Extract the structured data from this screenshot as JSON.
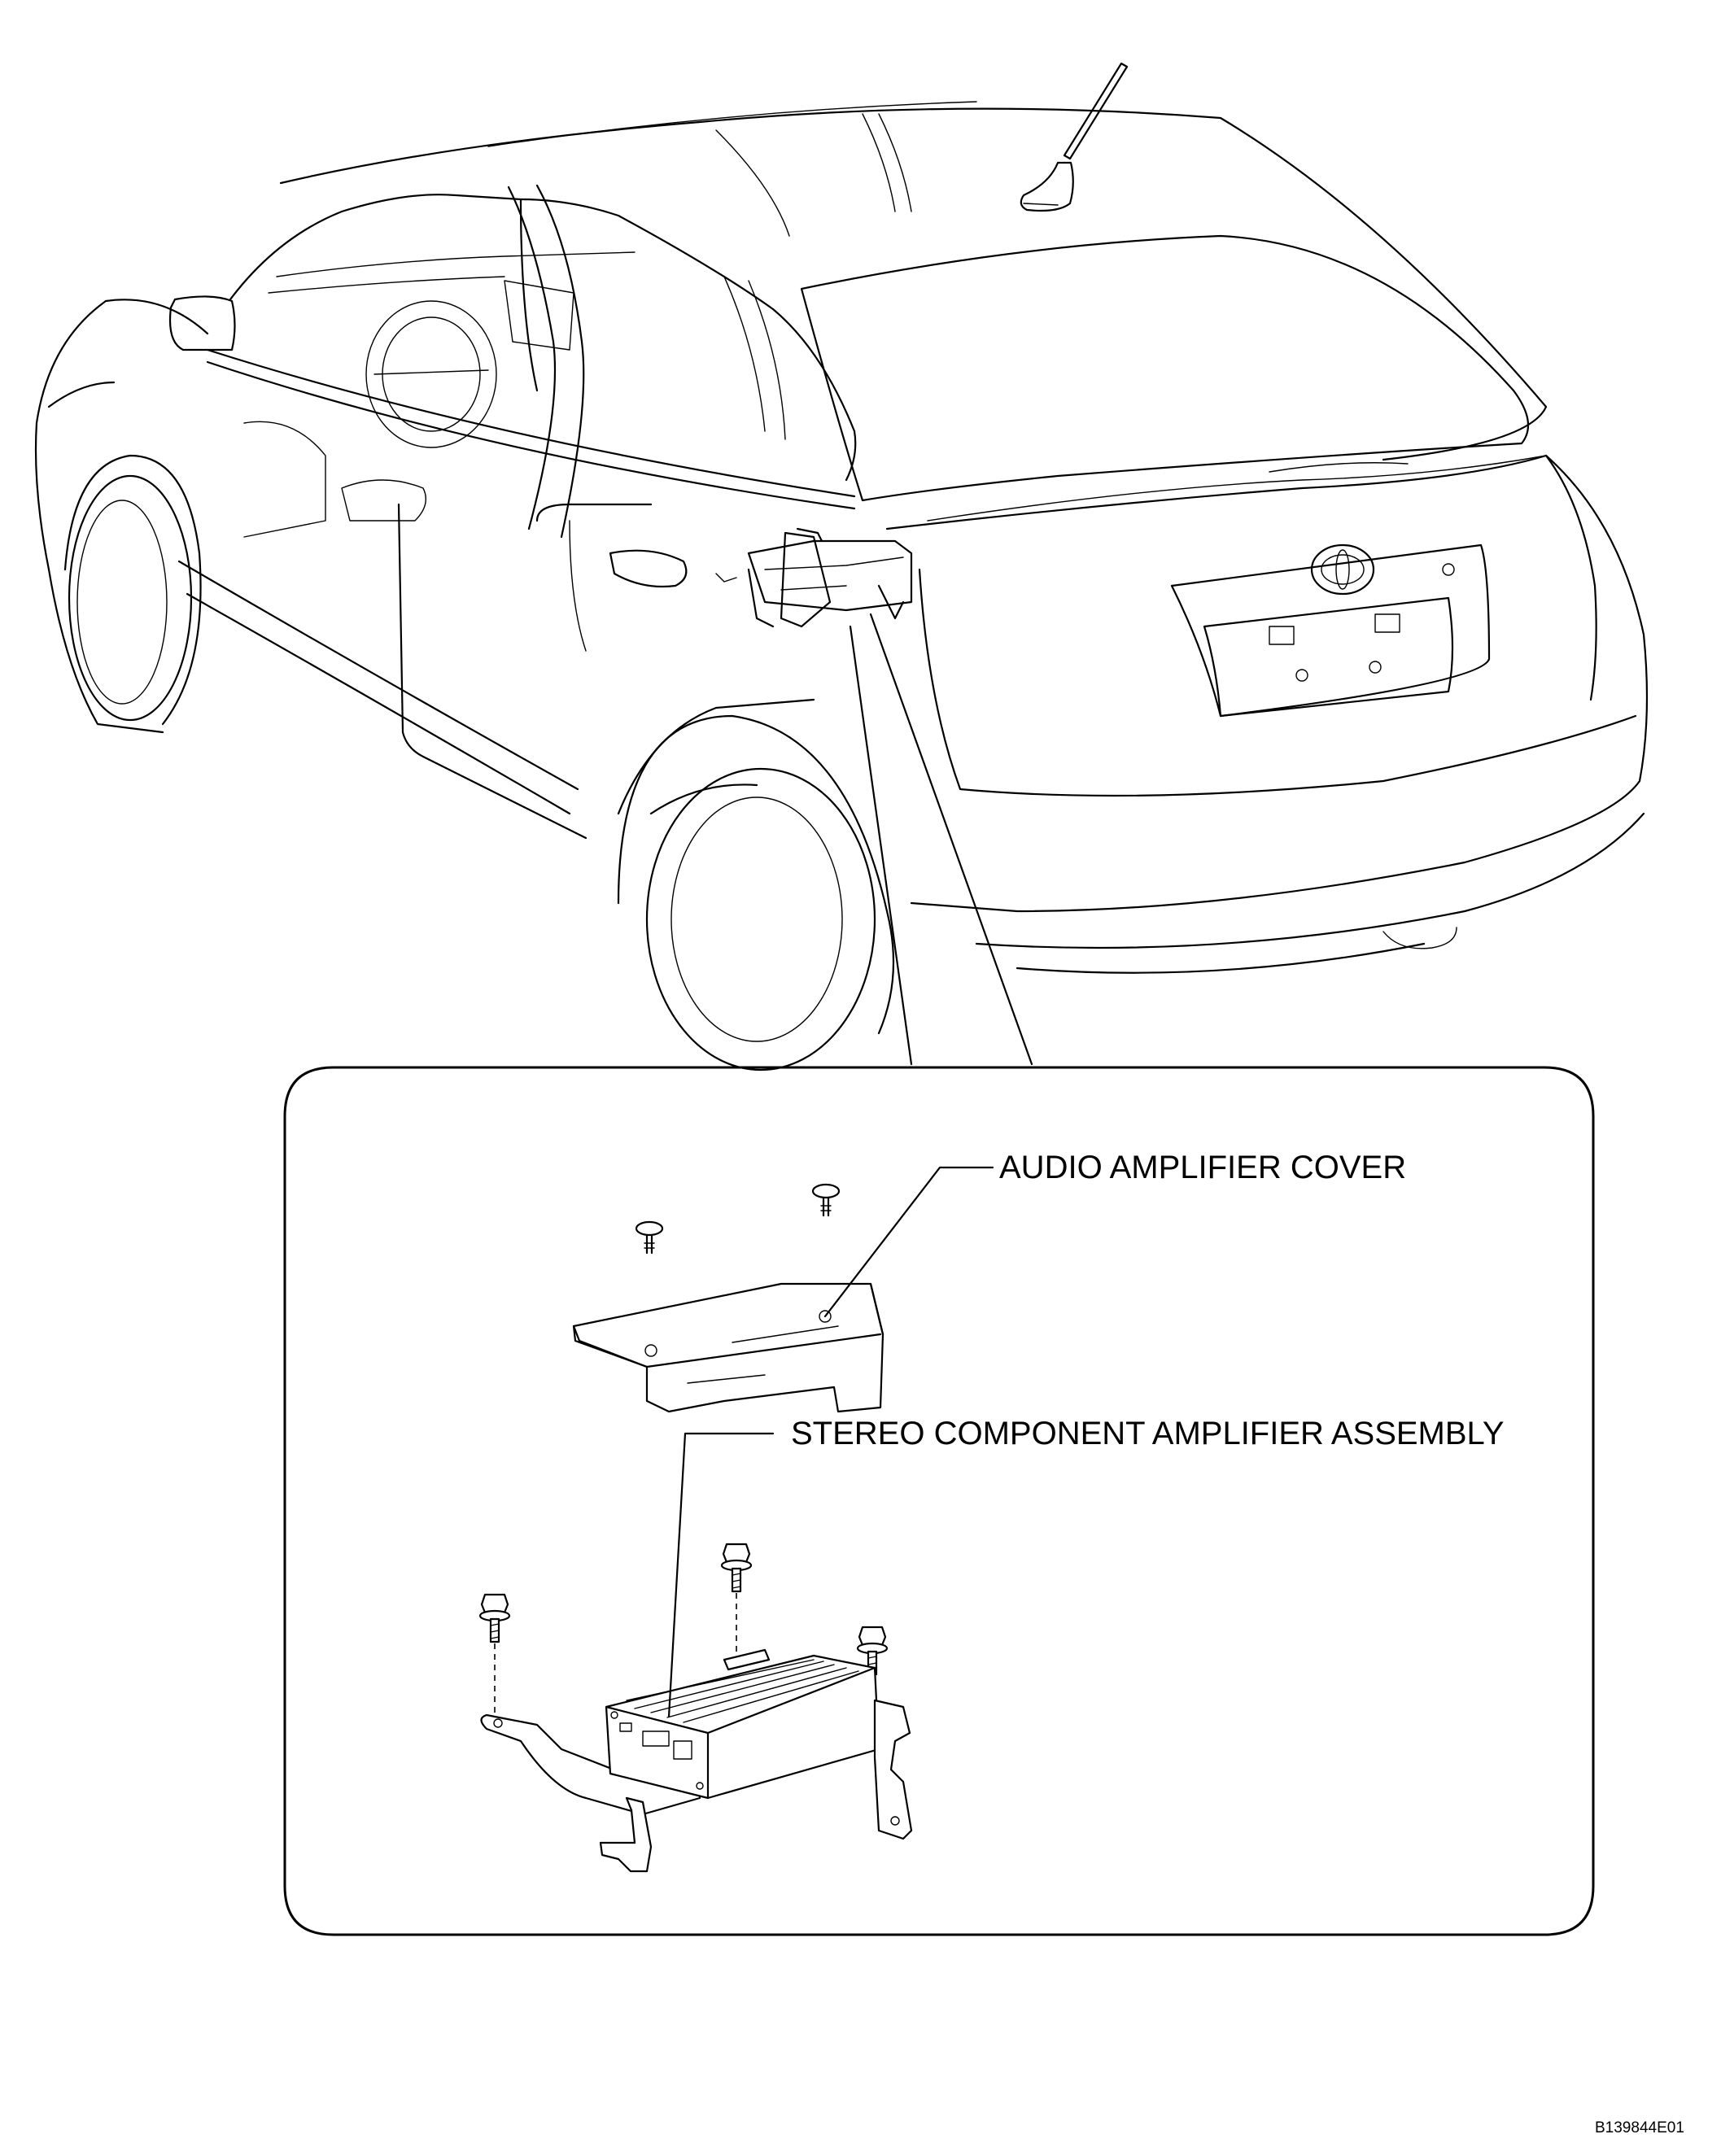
{
  "callouts": {
    "cover": "AUDIO AMPLIFIER COVER",
    "amplifier": "STEREO COMPONENT AMPLIFIER ASSEMBLY"
  },
  "figure_code": "B139844E01"
}
